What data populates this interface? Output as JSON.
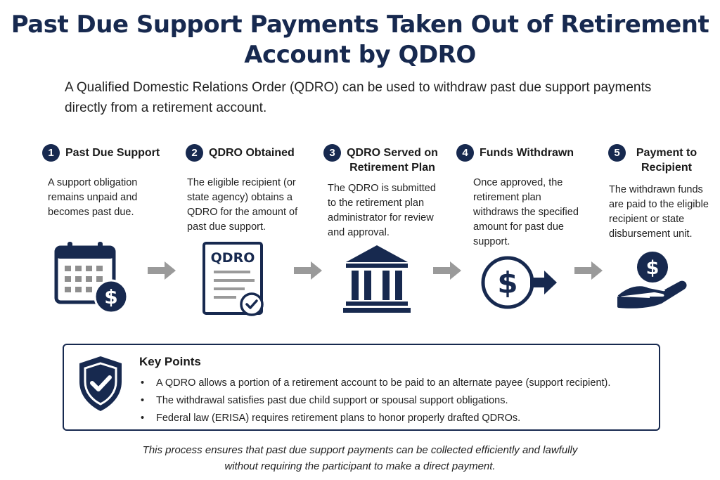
{
  "title": {
    "line1": "Past Due Support Payments Taken Out of Retirement",
    "line2": "Account by QDRO"
  },
  "intro": "A Qualified Domestic Relations Order (QDRO) can be used to withdraw past due support payments directly from a retirement account.",
  "steps": [
    {
      "number": "1",
      "title": "Past Due Support",
      "description": "A support obligation remains unpaid and becomes past due.",
      "icon": "calendar-dollar-icon"
    },
    {
      "number": "2",
      "title": "QDRO Obtained",
      "description": "The eligible recipient (or state agency) obtains a QDRO for the amount of past due support.",
      "icon": "qdro-document-icon",
      "icon_text": "QDRO"
    },
    {
      "number": "3",
      "title": "QDRO Served on Retirement Plan",
      "description": "The QDRO is submitted to the retirement plan administrator for review and approval.",
      "icon": "bank-building-icon"
    },
    {
      "number": "4",
      "title": "Funds Withdrawn",
      "description": "Once approved, the retirement plan withdraws the specified amount for past due support.",
      "icon": "dollar-withdraw-icon"
    },
    {
      "number": "5",
      "title": "Payment to Recipient",
      "description": "The withdrawn funds are paid to the eligible recipient or state disbursement unit.",
      "icon": "hand-dollar-icon"
    }
  ],
  "key_points": {
    "title": "Key Points",
    "items": [
      "A QDRO allows a portion of a retirement account to be paid to an alternate payee (support recipient).",
      "The withdrawal satisfies past due child support or spousal support obligations.",
      "Federal law (ERISA) requires retirement plans to honor properly drafted QDROs."
    ]
  },
  "footer": {
    "line1": "This process ensures that past due support payments can be collected efficiently and lawfully",
    "line2": "without requiring the participant to make a direct payment."
  },
  "colors": {
    "navy": "#17294f",
    "arrow_gray": "#9a9a9a",
    "text": "#222222"
  }
}
